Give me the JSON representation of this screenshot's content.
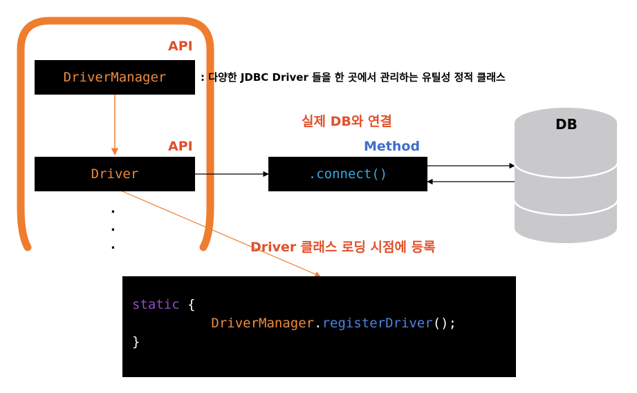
{
  "api_manager_label": "API",
  "driver_manager_box": "DriverManager",
  "driver_manager_desc": ": 다양한 JDBC Driver 들을 한 곳에서 관리하는 유틸성 정적 클래스",
  "api_driver_label": "API",
  "driver_box": "Driver",
  "ellipsis": [
    ".",
    ".",
    "."
  ],
  "connection_heading": "실제 DB와 연결",
  "method_label": "Method",
  "connect_box": ".connect()",
  "db_label": "DB",
  "registration_heading": "Driver 클래스 로딩 시점에 등록",
  "code": {
    "keyword": "static",
    "open_brace": "{",
    "class_name": "DriverManager",
    "dot": ".",
    "method": "registerDriver",
    "call_end": "();",
    "close_brace": "}"
  },
  "colors": {
    "orange_frame": "#ef7d2f",
    "red_text": "#e0502a",
    "blue_text": "#3d6fc9",
    "box_text": "#ef8a3c",
    "connect_text": "#35a8e6",
    "db_fill": "#c9c9cc"
  }
}
